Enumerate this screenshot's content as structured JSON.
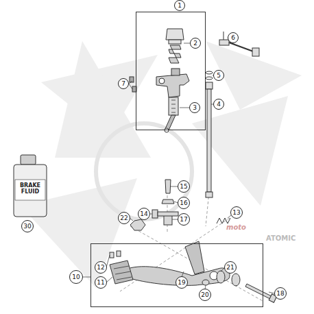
{
  "diagram": {
    "nodes": [
      {
        "text": [
          "1"
        ]
      },
      {
        "text": [
          "2"
        ],
        "in": 0
      },
      {
        "text": [
          "3"
        ],
        "in": 0
      },
      {
        "text": [
          "6"
        ]
      },
      {
        "text": [
          "7"
        ]
      },
      {
        "text": [
          "5"
        ]
      },
      {
        "text": [
          "4"
        ]
      },
      {
        "text": [
          "30"
        ]
      },
      {
        "text": [
          "15"
        ]
      },
      {
        "text": [
          "16"
        ]
      },
      {
        "text": [
          "13"
        ]
      },
      {
        "text": [
          "22"
        ]
      },
      {
        "text": [
          "14"
        ]
      },
      {
        "text": [
          "17"
        ]
      },
      {
        "text": [
          "10"
        ]
      },
      {
        "text": [
          "12"
        ],
        "in": 14
      },
      {
        "text": [
          "11"
        ],
        "in": 14
      },
      {
        "text": [
          "21"
        ],
        "in": 14
      },
      {
        "text": [
          "19"
        ],
        "in": 14
      },
      {
        "text": [
          "20"
        ],
        "in": 14
      },
      {
        "text": [
          "18"
        ]
      }
    ],
    "edges": [],
    "labels": [
      "BRAKE FLUID",
      "moto",
      "ATOMIC"
    ]
  }
}
